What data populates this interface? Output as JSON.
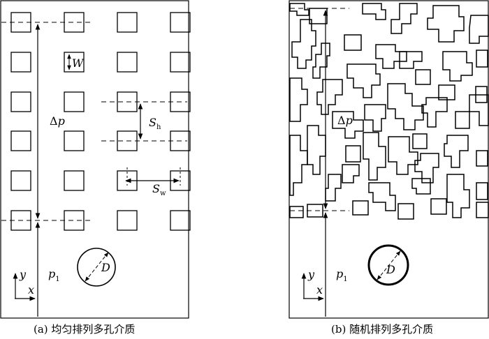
{
  "colors": {
    "stroke": "#000000",
    "background": "#ffffff"
  },
  "panel_a": {
    "caption": "(a) 均匀排列多孔介质",
    "W": "W",
    "dp_delta": "Δ",
    "dp_p": "p",
    "Sh_main": "S",
    "Sh_sub": "h",
    "Sw_main": "S",
    "Sw_sub": "w",
    "p1_main": "p",
    "p1_sub": "1",
    "D": "D",
    "axis_y": "y",
    "axis_x": "x"
  },
  "panel_b": {
    "caption": "(b) 随机排列多孔介质",
    "dp_delta": "Δ",
    "dp_p": "p",
    "p1_main": "p",
    "p1_sub": "1",
    "D": "D",
    "axis_y": "y",
    "axis_x": "x"
  }
}
